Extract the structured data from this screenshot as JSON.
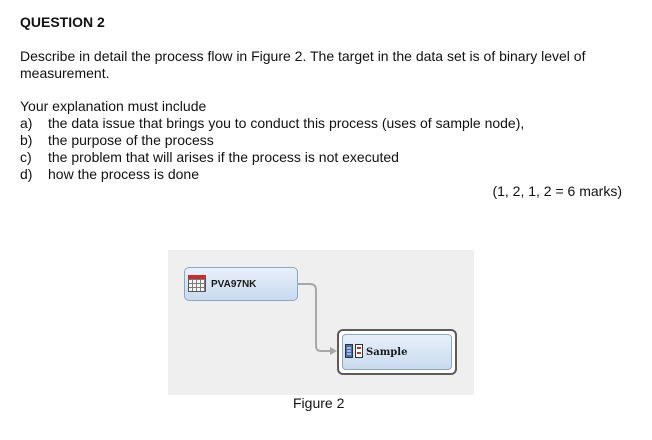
{
  "heading": "QUESTION 2",
  "paragraph_line1": "Describe in detail the process flow in Figure 2.  The target in the data set is of binary level of",
  "paragraph_line2": "measurement.",
  "intro": "Your explanation must include",
  "items": [
    {
      "label": "a)",
      "text": "the data issue that brings you to conduct this process (uses of sample node),"
    },
    {
      "label": "b)",
      "text": "the purpose of the process"
    },
    {
      "label": "c)",
      "text": "the problem that will arises if the process is not executed"
    },
    {
      "label": "d)",
      "text": "how the process is done"
    }
  ],
  "marks": "(1, 2, 1, 2 = 6 marks)",
  "figure": {
    "node1_label": "PVA97NK",
    "node2_label": "Sample",
    "caption": "Figure 2"
  }
}
